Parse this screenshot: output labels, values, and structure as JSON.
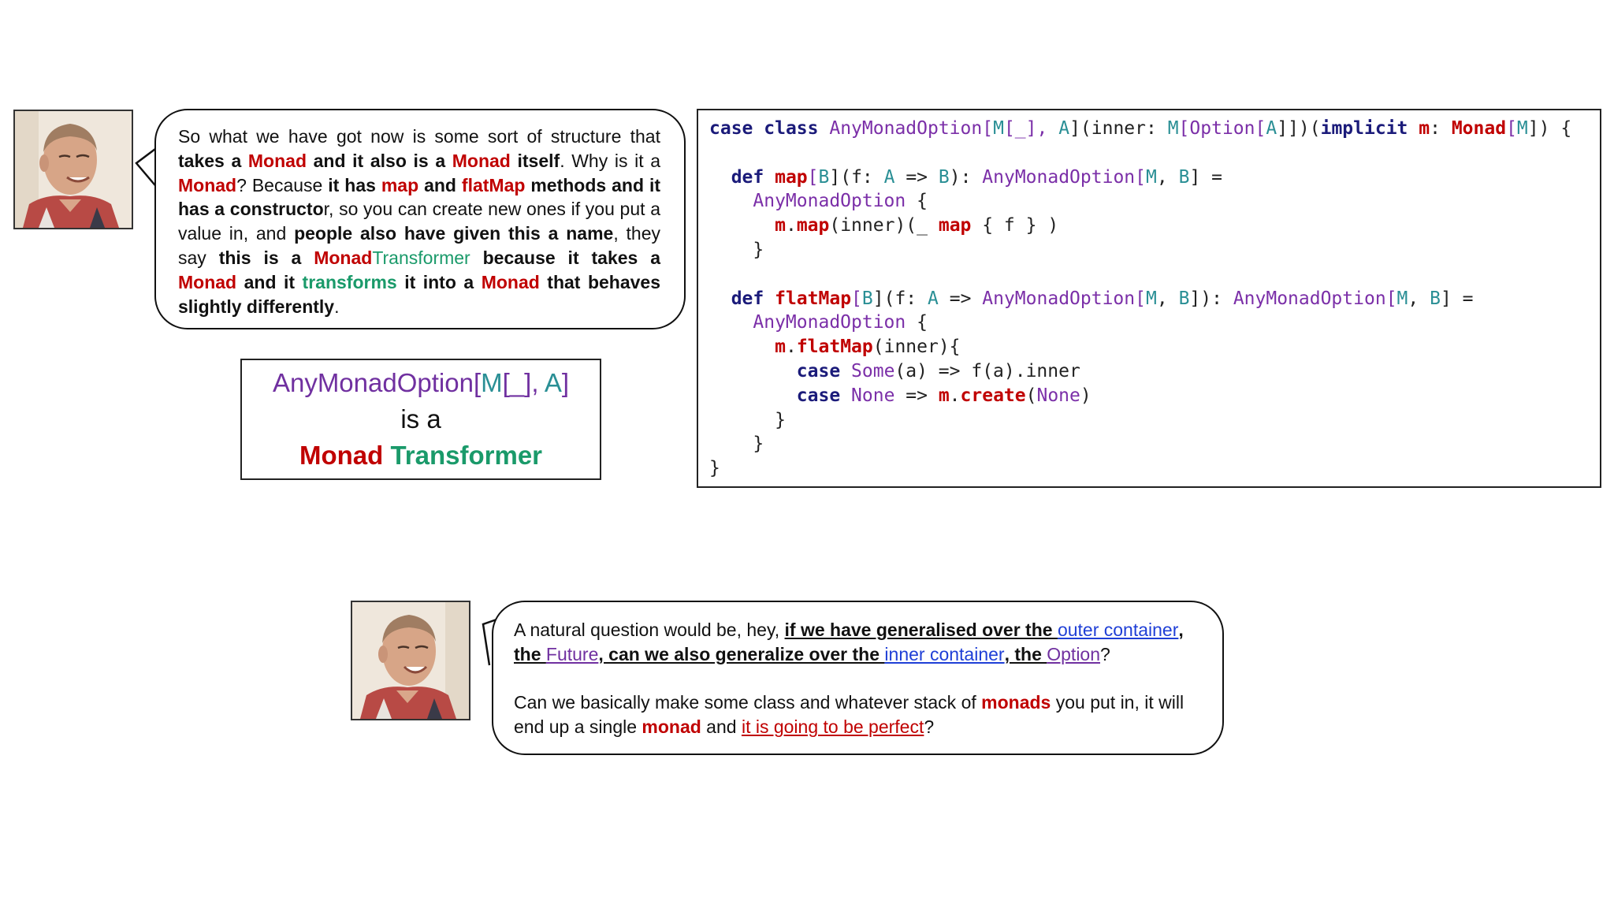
{
  "speech1": {
    "s1": "So what we have got now is some sort of structure that",
    "s2": "takes a",
    "s3": "Monad",
    "s4": "and it also is a",
    "s5": "Monad",
    "s6": "itself",
    "s7": ". Why is it a",
    "s8": "Monad",
    "s9": "? Because",
    "s10": "it has",
    "s11": "map",
    "s12": "and",
    "s13": "flatMap",
    "s14": "methods and it has a constructo",
    "s15": "r, so you can create new ones if you put a value in, and",
    "s16": "people also have given this a name",
    "s17": ", they say",
    "s18": "this is a",
    "s19": "Monad",
    "s20": "Transformer",
    "s21": "because it takes a",
    "s22": "Monad",
    "s23": "and it",
    "s24": "transforms",
    "s25": "it into a",
    "s26": "Monad",
    "s27": "that behaves slightly differently",
    "s28": "."
  },
  "title_box": {
    "name": "AnyMonadOption",
    "lb": "[",
    "m": "M",
    "mid": "[_], ",
    "a": "A",
    "rb": "]",
    "line2": "is a",
    "monad": "Monad",
    "transformer": "Transformer"
  },
  "code": {
    "c01": "case",
    "c02": " ",
    "c03": "class",
    "c04": " ",
    "c05": "AnyMonadOption",
    "c06": "[",
    "c07": "M",
    "c08": "[_], ",
    "c09": "A",
    "c10": "](inner: ",
    "c11": "M",
    "c12": "[",
    "c13": "Option",
    "c14": "[",
    "c15": "A",
    "c16": "]])(",
    "c17": "implicit",
    "c18": " ",
    "c19": "m",
    "c20": ": ",
    "c21": "Monad",
    "c22": "[",
    "c23": "M",
    "c24": "]) {",
    "d01": "  ",
    "d02": "def",
    "d03": " ",
    "d04": "map",
    "d05": "[",
    "d06": "B",
    "d07": "](f: ",
    "d08": "A",
    "d09": " => ",
    "d10": "B",
    "d11": "): ",
    "d12": "AnyMonadOption",
    "d13": "[",
    "d14": "M",
    "d15": ", ",
    "d16": "B",
    "d17": "] =",
    "e01": "    ",
    "e02": "AnyMonadOption",
    "e03": " {",
    "f01": "      ",
    "f02": "m",
    "f03": ".",
    "f04": "map",
    "f05": "(inner)(_ ",
    "f06": "map",
    "f07": " { f } )",
    "g01": "    }",
    "h01": "  ",
    "h02": "def",
    "h03": " ",
    "h04": "flatMap",
    "h05": "[",
    "h06": "B",
    "h07": "](f: ",
    "h08": "A",
    "h09": " => ",
    "h10": "AnyMonadOption",
    "h11": "[",
    "h12": "M",
    "h13": ", ",
    "h14": "B",
    "h15": "]): ",
    "h16": "AnyMonadOption",
    "h17": "[",
    "h18": "M",
    "h19": ", ",
    "h20": "B",
    "h21": "] =",
    "i01": "    ",
    "i02": "AnyMonadOption",
    "i03": " {",
    "j01": "      ",
    "j02": "m",
    "j03": ".",
    "j04": "flatMap",
    "j05": "(inner){",
    "k01": "        ",
    "k02": "case",
    "k03": " ",
    "k04": "Some",
    "k05": "(a) => f(a).inner",
    "l01": "        ",
    "l02": "case",
    "l03": " ",
    "l04": "None",
    "l05": " => ",
    "l06": "m",
    "l07": ".",
    "l08": "create",
    "l09": "(",
    "l10": "None",
    "l11": ")",
    "m01": "      }",
    "n01": "    }",
    "o01": "}"
  },
  "speech2": {
    "p1a": "A natural question would be, hey, ",
    "p1b": "if we have generalised over the ",
    "p1c": "outer container",
    "p1d": ",",
    "p1e": "the ",
    "p1f": "Future",
    "p1g": ", can we also generalize over the ",
    "p1h": "inner container",
    "p1i": ", the ",
    "p1j": "Option",
    "p1k": "?",
    "p2a": "Can we basically make some class and whatever stack of ",
    "p2b": "monads",
    "p2c": " you put in, it will end up a single ",
    "p2d": "monad",
    "p2e": " and ",
    "p2f": "it is going to be perfect",
    "p2g": "?"
  },
  "colors": {
    "red": "#c00000",
    "green": "#1a9a6a",
    "purple": "#7030a0",
    "blue": "#1f3fd6",
    "teal": "#2a8f95"
  }
}
